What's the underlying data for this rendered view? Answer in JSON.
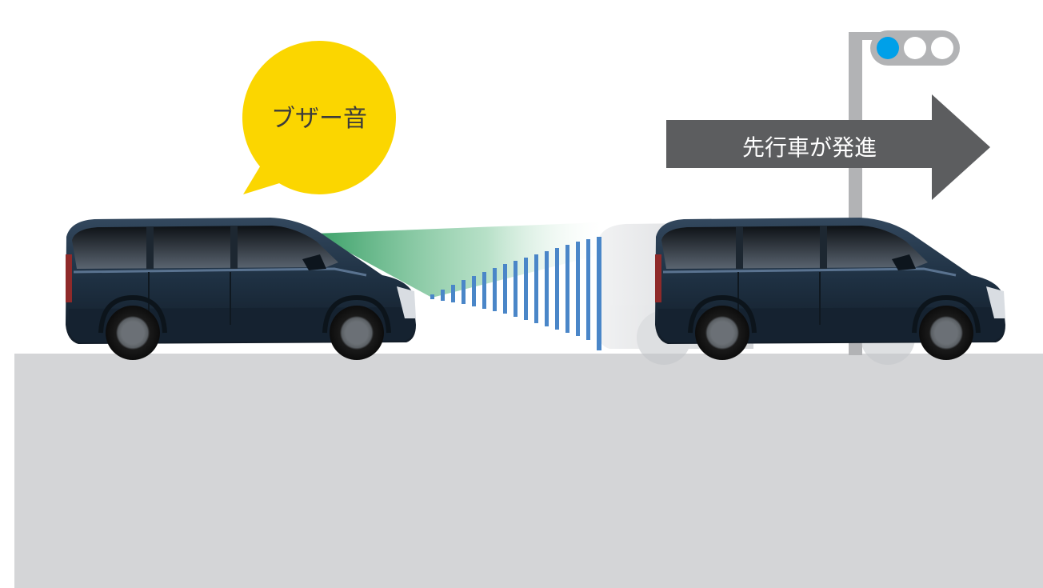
{
  "labels": {
    "buzzer": "ブザー音",
    "lead_vehicle_departs": "先行車が発進"
  },
  "colors": {
    "ground": "#d4d5d7",
    "speech_bubble": "#fbd600",
    "arrow": "#5c5d5f",
    "signal_pole": "#b2b3b5",
    "signal_light_active": "#00a0e9",
    "signal_light_inactive": "#ffffff",
    "car_body": "#1e3042",
    "radar_beam": "#3aaa6a",
    "sonar_stripes": "#4a86c8"
  },
  "icons": {
    "speech_bubble": "speech-bubble-icon",
    "traffic_signal": "traffic-signal-icon",
    "direction_arrow": "right-arrow-icon",
    "vehicle": "minivan-icon"
  },
  "signal": {
    "active_light": "blue"
  }
}
